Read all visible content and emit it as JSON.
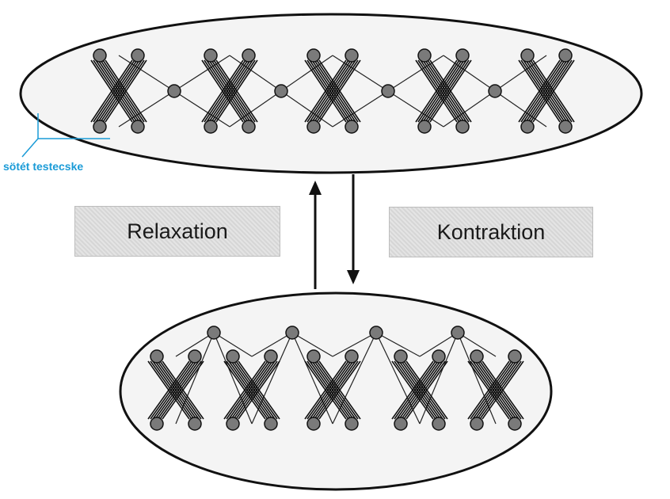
{
  "labels": {
    "relaxation": "Relaxation",
    "contraction": "Kontraktion",
    "annotation": "sötét testecske"
  },
  "colors": {
    "annotation": "#1a9bd7",
    "outline": "#111111",
    "dot_fill": "#7a7a7a",
    "label_box": "#dcdcdc"
  }
}
